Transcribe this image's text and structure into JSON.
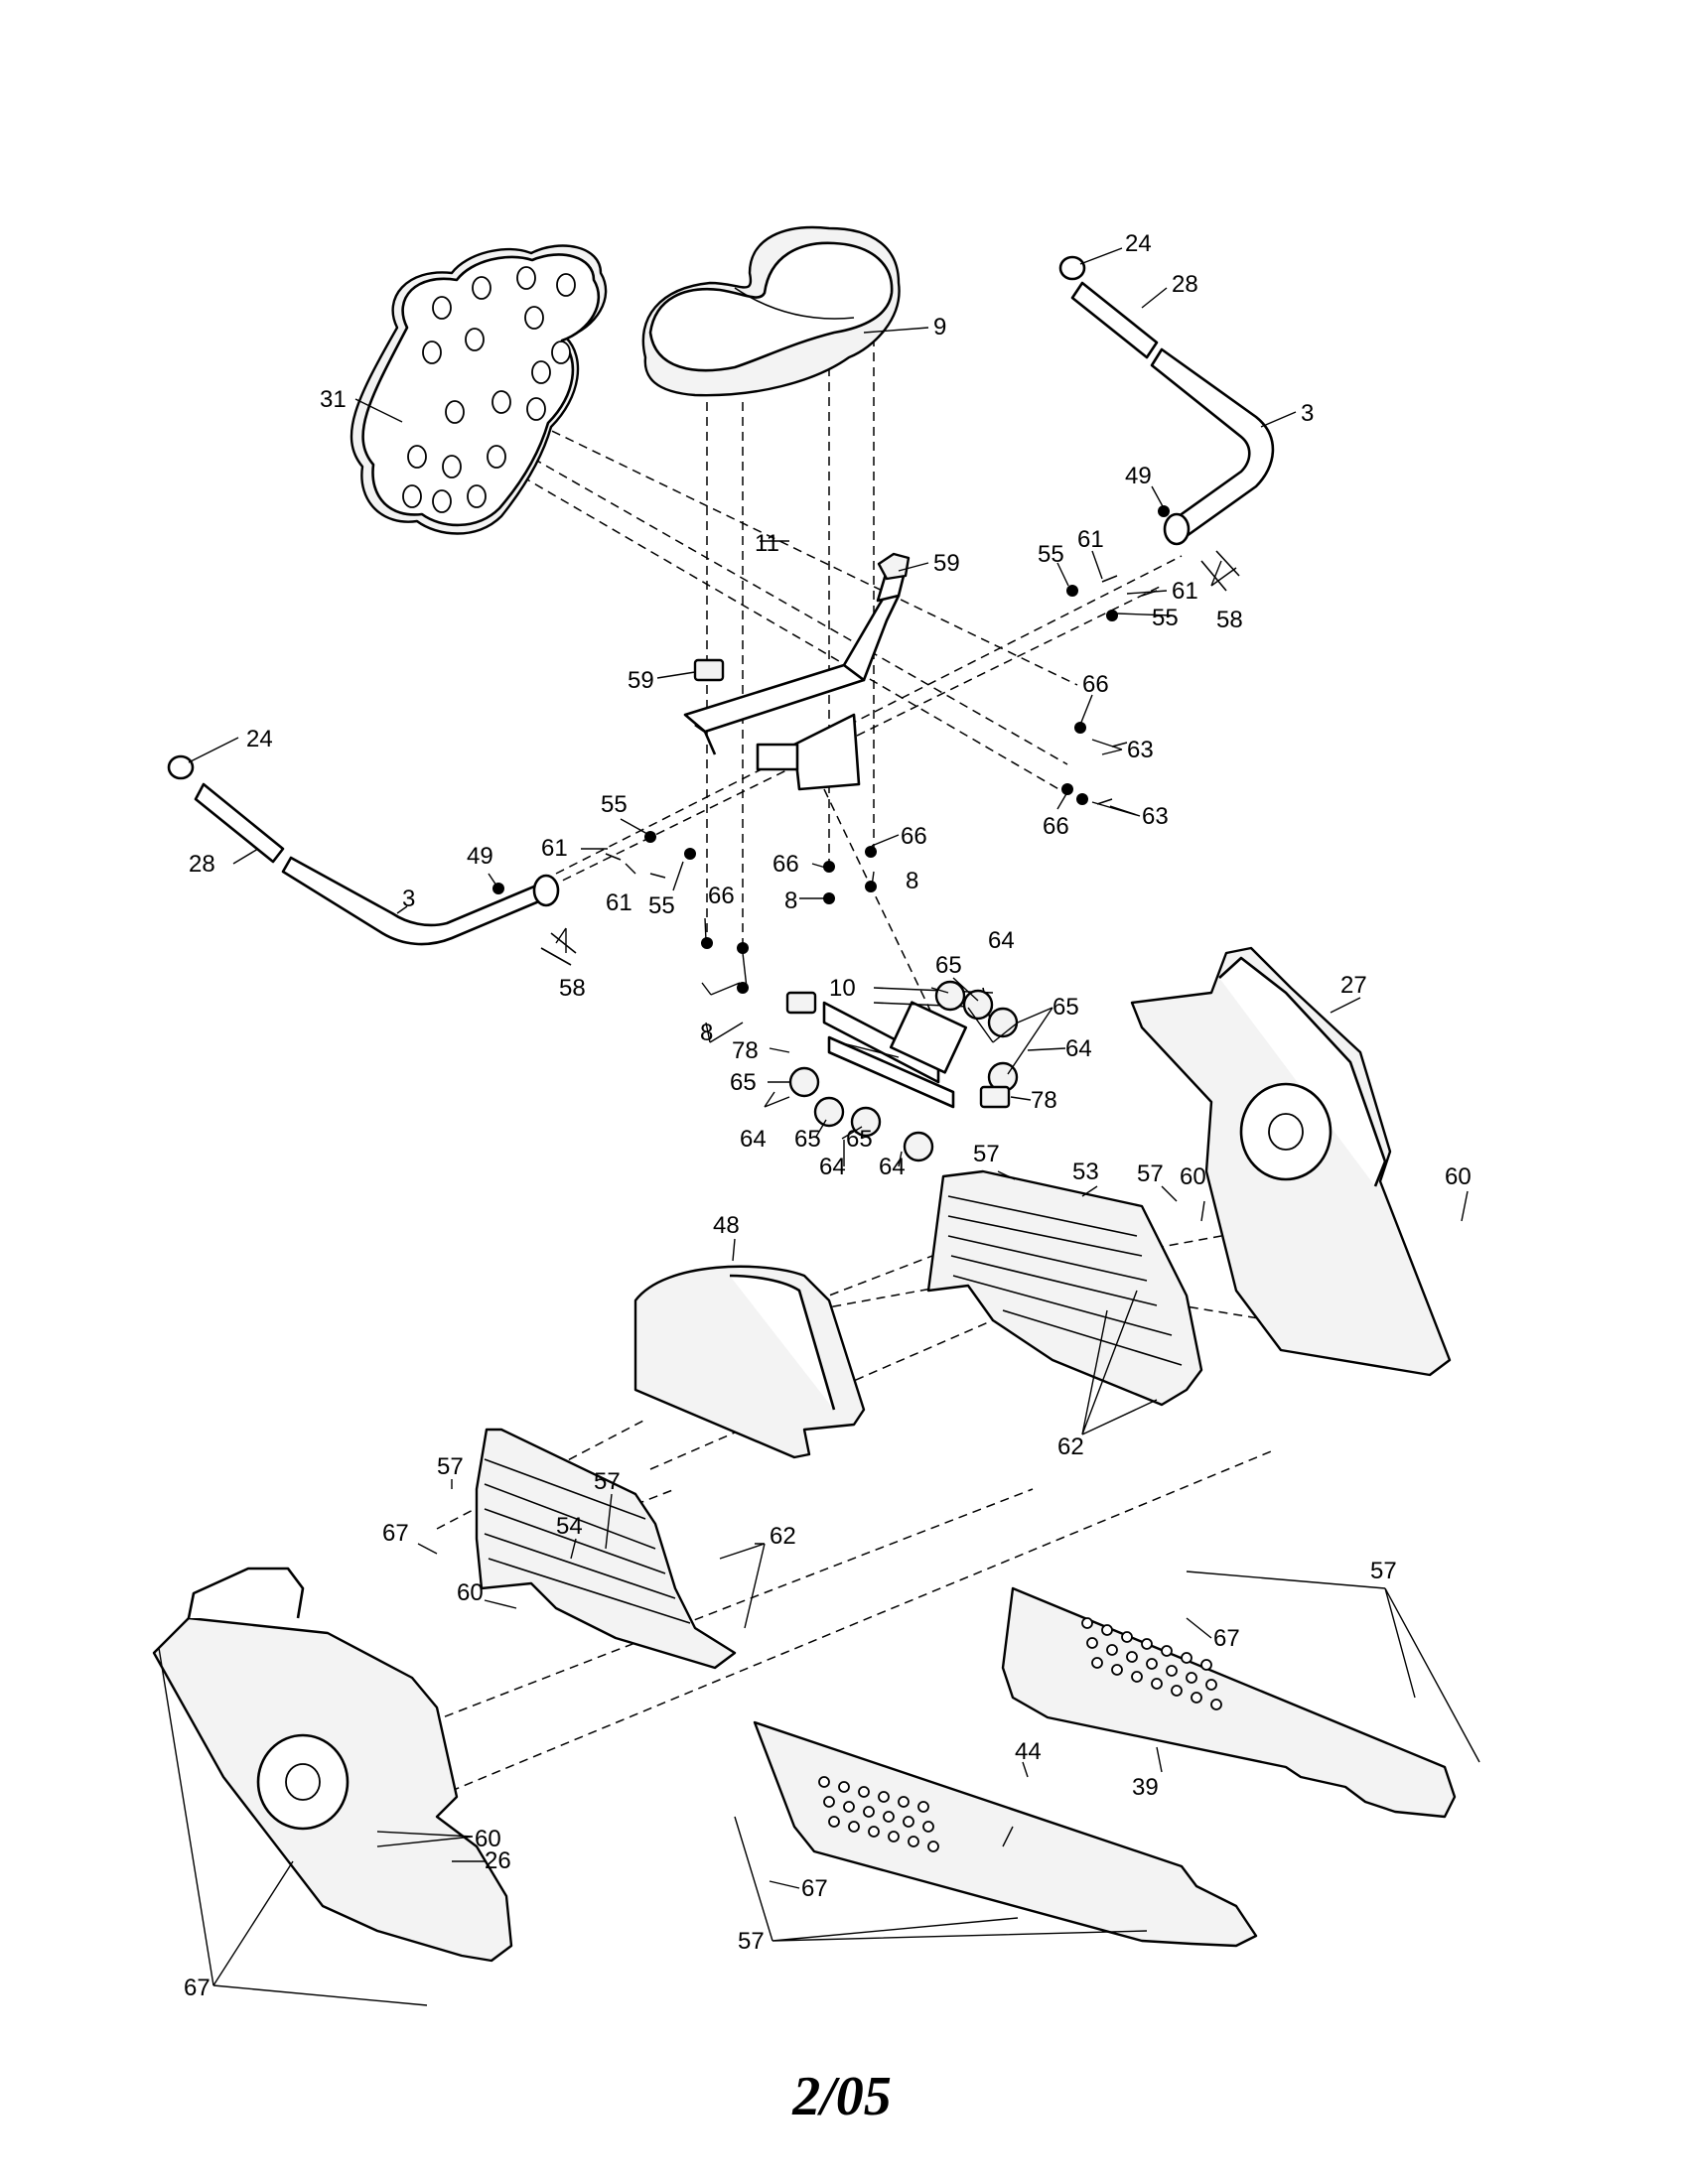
{
  "diagram": {
    "page_date": "2/05",
    "callouts": [
      {
        "id": "c24a",
        "text": "24"
      },
      {
        "id": "c28a",
        "text": "28"
      },
      {
        "id": "c9",
        "text": "9"
      },
      {
        "id": "c3a",
        "text": "3"
      },
      {
        "id": "c31",
        "text": "31"
      },
      {
        "id": "c49a",
        "text": "49"
      },
      {
        "id": "c55a",
        "text": "55"
      },
      {
        "id": "c61a",
        "text": "61"
      },
      {
        "id": "c61b",
        "text": "61"
      },
      {
        "id": "c55b",
        "text": "55"
      },
      {
        "id": "c58a",
        "text": "58"
      },
      {
        "id": "c59a",
        "text": "59"
      },
      {
        "id": "c11",
        "text": "11"
      },
      {
        "id": "c59b",
        "text": "59"
      },
      {
        "id": "c66a",
        "text": "66"
      },
      {
        "id": "c63a",
        "text": "63"
      },
      {
        "id": "c63b",
        "text": "63"
      },
      {
        "id": "c66b",
        "text": "66"
      },
      {
        "id": "c24b",
        "text": "24"
      },
      {
        "id": "c28b",
        "text": "28"
      },
      {
        "id": "c55c",
        "text": "55"
      },
      {
        "id": "c61c",
        "text": "61"
      },
      {
        "id": "c61d",
        "text": "61"
      },
      {
        "id": "c55d",
        "text": "55"
      },
      {
        "id": "c49b",
        "text": "49"
      },
      {
        "id": "c3b",
        "text": "3"
      },
      {
        "id": "c58b",
        "text": "58"
      },
      {
        "id": "c66c",
        "text": "66"
      },
      {
        "id": "c66d",
        "text": "66"
      },
      {
        "id": "c8a",
        "text": "8"
      },
      {
        "id": "c8b",
        "text": "8"
      },
      {
        "id": "c66e",
        "text": "66"
      },
      {
        "id": "c8c",
        "text": "8"
      },
      {
        "id": "c64a",
        "text": "64"
      },
      {
        "id": "c65a",
        "text": "65"
      },
      {
        "id": "c65b",
        "text": "65"
      },
      {
        "id": "c10",
        "text": "10"
      },
      {
        "id": "c78a",
        "text": "78"
      },
      {
        "id": "c64b",
        "text": "64"
      },
      {
        "id": "c65c",
        "text": "65"
      },
      {
        "id": "c78b",
        "text": "78"
      },
      {
        "id": "c64c",
        "text": "64"
      },
      {
        "id": "c65d",
        "text": "65"
      },
      {
        "id": "c65e",
        "text": "65"
      },
      {
        "id": "c64d",
        "text": "64"
      },
      {
        "id": "c64e",
        "text": "64"
      },
      {
        "id": "c27",
        "text": "27"
      },
      {
        "id": "c57a",
        "text": "57"
      },
      {
        "id": "c53",
        "text": "53"
      },
      {
        "id": "c57b",
        "text": "57"
      },
      {
        "id": "c60a",
        "text": "60"
      },
      {
        "id": "c60b",
        "text": "60"
      },
      {
        "id": "c48",
        "text": "48"
      },
      {
        "id": "c62a",
        "text": "62"
      },
      {
        "id": "c57c",
        "text": "57"
      },
      {
        "id": "c54",
        "text": "54"
      },
      {
        "id": "c57d",
        "text": "57"
      },
      {
        "id": "c67a",
        "text": "67"
      },
      {
        "id": "c62b",
        "text": "62"
      },
      {
        "id": "c60c",
        "text": "60"
      },
      {
        "id": "c57e",
        "text": "57"
      },
      {
        "id": "c67b",
        "text": "67"
      },
      {
        "id": "c39",
        "text": "39"
      },
      {
        "id": "c44",
        "text": "44"
      },
      {
        "id": "c60d",
        "text": "60"
      },
      {
        "id": "c26",
        "text": "26"
      },
      {
        "id": "c67c",
        "text": "67"
      },
      {
        "id": "c67d",
        "text": "67"
      },
      {
        "id": "c57f",
        "text": "57"
      }
    ]
  }
}
